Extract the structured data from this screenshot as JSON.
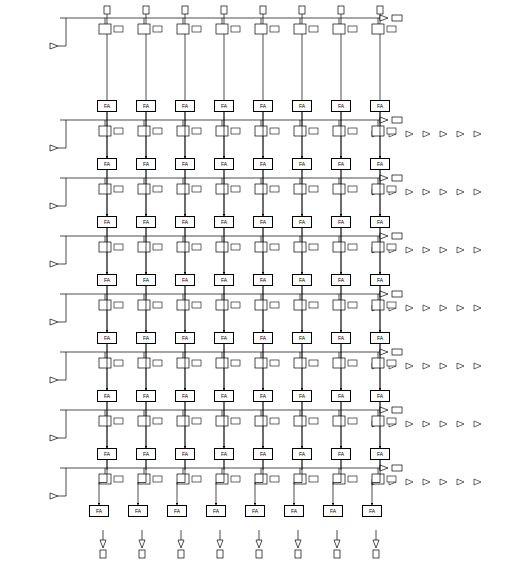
{
  "diagram": {
    "nodes": [
      {
        "text": [
          "FA"
        ]
      },
      {
        "text": [
          "FA"
        ]
      },
      {
        "text": [
          "FA"
        ]
      },
      {
        "text": [
          "FA"
        ]
      },
      {
        "text": [
          "FA"
        ]
      },
      {
        "text": [
          "FA"
        ]
      },
      {
        "text": [
          "FA"
        ]
      },
      {
        "text": [
          "FA"
        ]
      },
      {
        "text": [
          "FA"
        ]
      },
      {
        "text": [
          "FA"
        ]
      },
      {
        "text": [
          "FA"
        ]
      },
      {
        "text": [
          "FA"
        ]
      },
      {
        "text": [
          "FA"
        ]
      },
      {
        "text": [
          "FA"
        ]
      },
      {
        "text": [
          "FA"
        ]
      },
      {
        "text": [
          "FA"
        ]
      },
      {
        "text": [
          "FA"
        ]
      },
      {
        "text": [
          "FA"
        ]
      },
      {
        "text": [
          "FA"
        ]
      },
      {
        "text": [
          "FA"
        ]
      },
      {
        "text": [
          "FA"
        ]
      },
      {
        "text": [
          "FA"
        ]
      },
      {
        "text": [
          "FA"
        ]
      },
      {
        "text": [
          "FA"
        ]
      },
      {
        "text": [
          "FA"
        ]
      },
      {
        "text": [
          "FA"
        ]
      },
      {
        "text": [
          "FA"
        ]
      },
      {
        "text": [
          "FA"
        ]
      },
      {
        "text": [
          "FA"
        ]
      },
      {
        "text": [
          "FA"
        ]
      },
      {
        "text": [
          "FA"
        ]
      },
      {
        "text": [
          "FA"
        ]
      },
      {
        "text": [
          "FA"
        ]
      },
      {
        "text": [
          "FA"
        ]
      },
      {
        "text": [
          "FA"
        ]
      },
      {
        "text": [
          "FA"
        ]
      },
      {
        "text": [
          "FA"
        ]
      },
      {
        "text": [
          "FA"
        ]
      },
      {
        "text": [
          "FA"
        ]
      },
      {
        "text": [
          "FA"
        ]
      },
      {
        "text": [
          "FA"
        ]
      },
      {
        "text": [
          "FA"
        ]
      },
      {
        "text": [
          "FA"
        ]
      },
      {
        "text": [
          "FA"
        ]
      },
      {
        "text": [
          "FA"
        ]
      },
      {
        "text": [
          "FA"
        ]
      },
      {
        "text": [
          "FA"
        ]
      },
      {
        "text": [
          "FA"
        ]
      },
      {
        "text": [
          "FA"
        ]
      },
      {
        "text": [
          "FA"
        ]
      },
      {
        "text": [
          "FA"
        ]
      },
      {
        "text": [
          "FA"
        ]
      },
      {
        "text": [
          "FA"
        ]
      },
      {
        "text": [
          "FA"
        ]
      },
      {
        "text": [
          "FA"
        ]
      },
      {
        "text": [
          "FA"
        ]
      },
      {
        "text": [
          "FA"
        ]
      },
      {
        "text": [
          "FA"
        ]
      },
      {
        "text": [
          "FA"
        ]
      },
      {
        "text": [
          "FA"
        ]
      },
      {
        "text": [
          "FA"
        ]
      },
      {
        "text": [
          "FA"
        ]
      },
      {
        "text": [
          "FA"
        ]
      },
      {
        "text": [
          "FA"
        ]
      }
    ],
    "edges": [
      {
        "from": 0,
        "to": 8,
        "arrow": "to"
      },
      {
        "from": 1,
        "to": 9,
        "arrow": "to"
      },
      {
        "from": 2,
        "to": 10,
        "arrow": "to"
      },
      {
        "from": 3,
        "to": 11,
        "arrow": "to"
      },
      {
        "from": 4,
        "to": 12,
        "arrow": "to"
      },
      {
        "from": 5,
        "to": 13,
        "arrow": "to"
      },
      {
        "from": 6,
        "to": 14,
        "arrow": "to"
      },
      {
        "from": 7,
        "to": 15,
        "arrow": "to"
      },
      {
        "from": 8,
        "to": 16,
        "arrow": "to"
      },
      {
        "from": 9,
        "to": 17,
        "arrow": "to"
      },
      {
        "from": 10,
        "to": 18,
        "arrow": "to"
      },
      {
        "from": 11,
        "to": 19,
        "arrow": "to"
      },
      {
        "from": 12,
        "to": 20,
        "arrow": "to"
      },
      {
        "from": 13,
        "to": 21,
        "arrow": "to"
      },
      {
        "from": 14,
        "to": 22,
        "arrow": "to"
      },
      {
        "from": 15,
        "to": 23,
        "arrow": "to"
      },
      {
        "from": 16,
        "to": 24,
        "arrow": "to"
      },
      {
        "from": 17,
        "to": 25,
        "arrow": "to"
      },
      {
        "from": 18,
        "to": 26,
        "arrow": "to"
      },
      {
        "from": 19,
        "to": 27,
        "arrow": "to"
      },
      {
        "from": 20,
        "to": 28,
        "arrow": "to"
      },
      {
        "from": 21,
        "to": 29,
        "arrow": "to"
      },
      {
        "from": 22,
        "to": 30,
        "arrow": "to"
      },
      {
        "from": 23,
        "to": 31,
        "arrow": "to"
      },
      {
        "from": 24,
        "to": 32,
        "arrow": "to"
      },
      {
        "from": 25,
        "to": 33,
        "arrow": "to"
      },
      {
        "from": 26,
        "to": 34,
        "arrow": "to"
      },
      {
        "from": 27,
        "to": 35,
        "arrow": "to"
      },
      {
        "from": 28,
        "to": 36,
        "arrow": "to"
      },
      {
        "from": 29,
        "to": 37,
        "arrow": "to"
      },
      {
        "from": 30,
        "to": 38,
        "arrow": "to"
      },
      {
        "from": 31,
        "to": 39,
        "arrow": "to"
      },
      {
        "from": 32,
        "to": 40,
        "arrow": "to"
      },
      {
        "from": 33,
        "to": 41,
        "arrow": "to"
      },
      {
        "from": 34,
        "to": 42,
        "arrow": "to"
      },
      {
        "from": 35,
        "to": 43,
        "arrow": "to"
      },
      {
        "from": 36,
        "to": 44,
        "arrow": "to"
      },
      {
        "from": 37,
        "to": 45,
        "arrow": "to"
      },
      {
        "from": 38,
        "to": 46,
        "arrow": "to"
      },
      {
        "from": 39,
        "to": 47,
        "arrow": "to"
      },
      {
        "from": 40,
        "to": 48,
        "arrow": "to"
      },
      {
        "from": 41,
        "to": 49,
        "arrow": "to"
      },
      {
        "from": 42,
        "to": 50,
        "arrow": "to"
      },
      {
        "from": 43,
        "to": 51,
        "arrow": "to"
      },
      {
        "from": 44,
        "to": 52,
        "arrow": "to"
      },
      {
        "from": 45,
        "to": 53,
        "arrow": "to"
      },
      {
        "from": 46,
        "to": 54,
        "arrow": "to"
      },
      {
        "from": 47,
        "to": 55,
        "arrow": "to"
      },
      {
        "from": 48,
        "to": 56,
        "arrow": "to"
      },
      {
        "from": 49,
        "to": 57,
        "arrow": "to"
      },
      {
        "from": 50,
        "to": 58,
        "arrow": "to"
      },
      {
        "from": 51,
        "to": 59,
        "arrow": "to"
      },
      {
        "from": 52,
        "to": 60,
        "arrow": "to"
      },
      {
        "from": 53,
        "to": 61,
        "arrow": "to"
      },
      {
        "from": 54,
        "to": 62,
        "arrow": "to"
      },
      {
        "from": 55,
        "to": 63,
        "arrow": "to"
      }
    ]
  }
}
